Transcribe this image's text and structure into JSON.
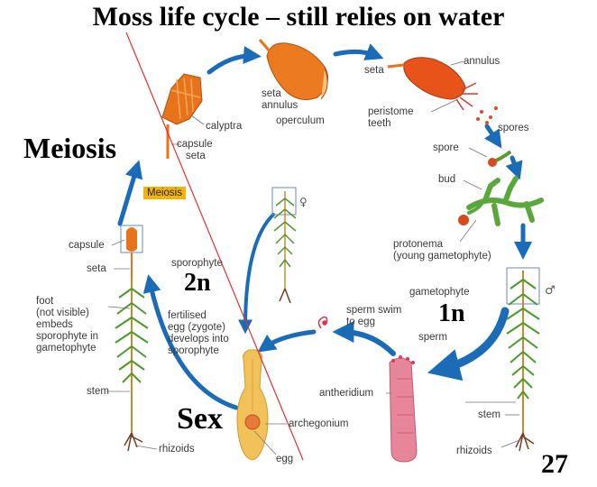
{
  "title": "Moss life cycle – still relies on water",
  "big_labels": {
    "meiosis": "Meiosis",
    "sex": "Sex",
    "two_n": "2n",
    "one_n": "1n",
    "page_number": "27"
  },
  "tag": {
    "meiosis": "Meiosis"
  },
  "labels": {
    "calyptra": "calyptra",
    "capsule_top": "capsule",
    "seta_top": "seta",
    "seta_annulus": "seta\nannulus",
    "operculum": "operculum",
    "seta_right": "seta",
    "annulus": "annulus",
    "peristome_teeth": "peristome\nteeth",
    "spores": "spores",
    "spore": "spore",
    "bud": "bud",
    "protonema": "protonema\n(young gametophyte)",
    "gametophyte": "gametophyte",
    "stem_right": "stem",
    "rhizoids_right": "rhizoids",
    "sperm_swim": "sperm swim\nto egg",
    "sperm": "sperm",
    "antheridium": "antheridium",
    "archegonium": "archegonium",
    "egg": "egg",
    "fertilised": "fertilised\negg (zygote)\ndevelops into\nsporophyte",
    "sporophyte": "sporophyte",
    "capsule_left": "capsule",
    "seta_left": "seta",
    "foot": "foot\n(not visible)\nembeds\nsporophyte in\ngametophyte",
    "stem_left": "stem",
    "rhizoids_left": "rhizoids"
  },
  "colors": {
    "arrow": "#1a6cb8",
    "capsule": "#e8731a",
    "plant": "#5a9a2c",
    "stem": "#c98a2a",
    "archegonium": "#f2c25a",
    "antheridium": "#e7869a",
    "red_line": "#e23030",
    "meiosis_tag": "#f4b400"
  }
}
